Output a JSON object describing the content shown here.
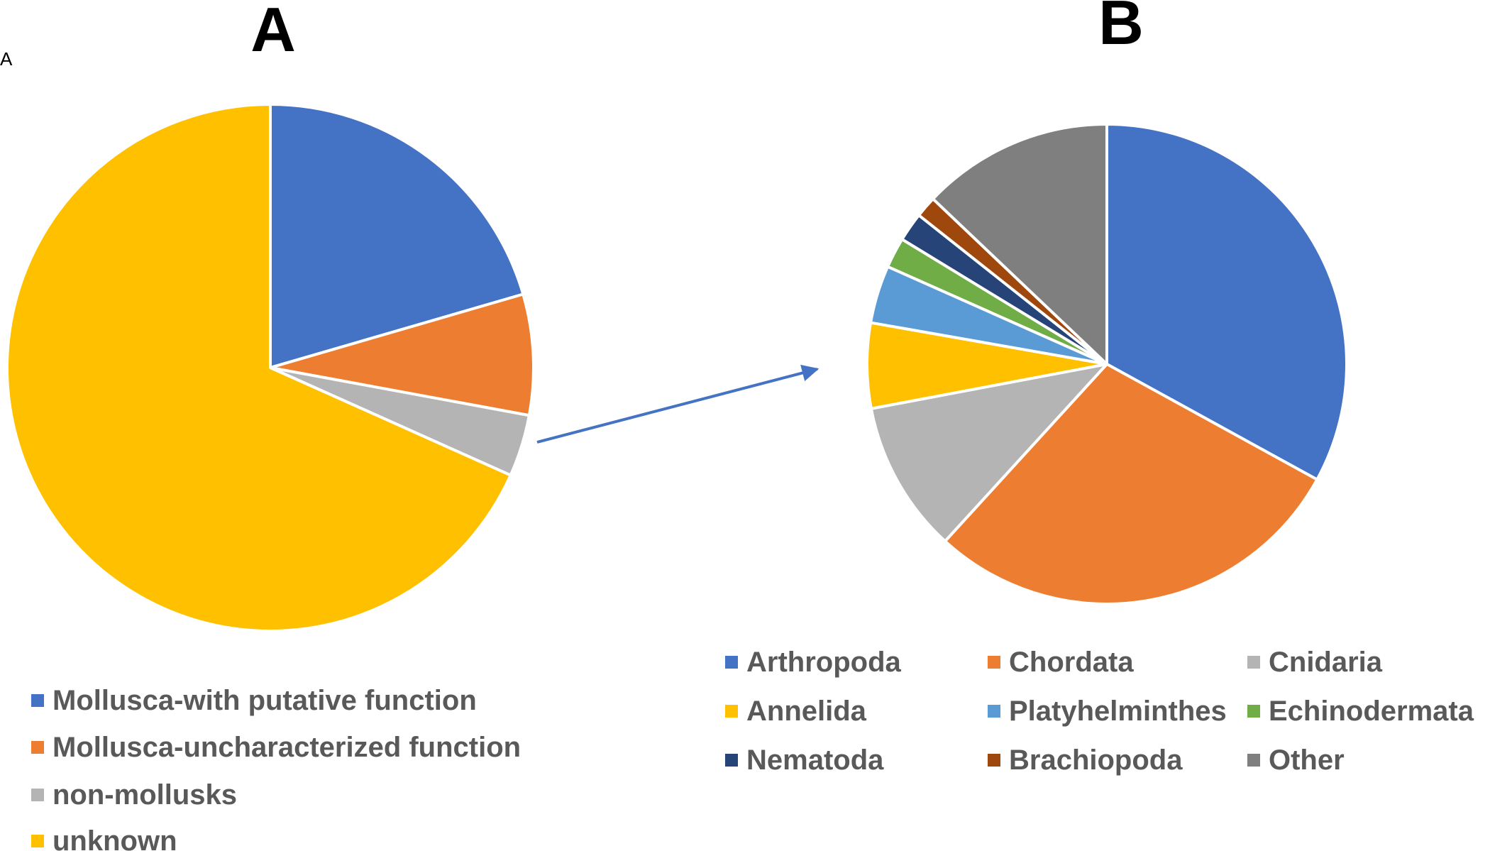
{
  "corner_label": "A",
  "chart_data": [
    {
      "type": "pie",
      "title": "A",
      "slices": [
        {
          "label": "Mollusca-with putative function",
          "value": 20.5,
          "color": "#4472C4"
        },
        {
          "label": "Mollusca-uncharacterized function",
          "value": 7.4,
          "color": "#ED7D31"
        },
        {
          "label": "non-mollusks",
          "value": 3.8,
          "color": "#B4B4B4"
        },
        {
          "label": "unknown",
          "value": 68.3,
          "color": "#FFC000"
        }
      ],
      "legend": "bottom-left"
    },
    {
      "type": "pie",
      "title": "B",
      "slices": [
        {
          "label": "Arthropoda",
          "value": 32.2,
          "color": "#4472C4"
        },
        {
          "label": "Chordata",
          "value": 28.1,
          "color": "#ED7D31"
        },
        {
          "label": "Cnidaria",
          "value": 10.0,
          "color": "#B4B4B4"
        },
        {
          "label": "Annelida",
          "value": 5.6,
          "color": "#FFC000"
        },
        {
          "label": "Platyhelminthes",
          "value": 3.8,
          "color": "#5B9BD5"
        },
        {
          "label": "Echinodermata",
          "value": 2.0,
          "color": "#70AD47"
        },
        {
          "label": "Nematoda",
          "value": 1.9,
          "color": "#264478"
        },
        {
          "label": "Brachiopoda",
          "value": 1.4,
          "color": "#9E480E"
        },
        {
          "label": "Other",
          "value": 12.6,
          "color": "#7F7F7F"
        }
      ],
      "legend": "bottom"
    }
  ],
  "arrow_color": "#4472C4"
}
